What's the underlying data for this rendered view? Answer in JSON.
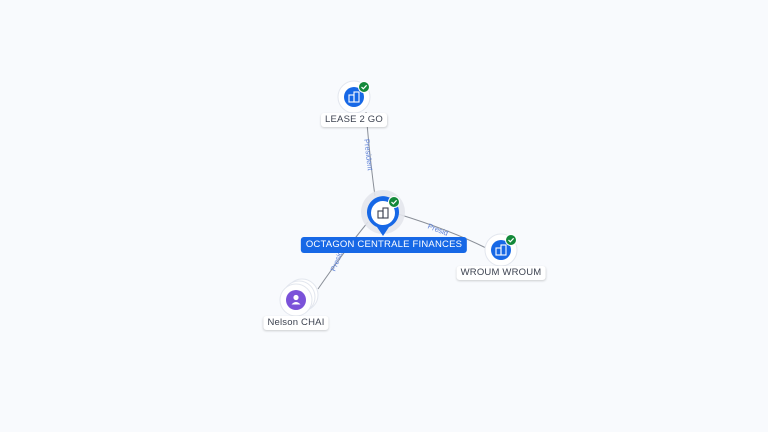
{
  "graph": {
    "center": {
      "label": "OCTAGON CENTRALE FINANCES",
      "icon": "company-icon",
      "verified": true
    },
    "nodes": [
      {
        "id": "lease2go",
        "label": "LEASE 2 GO",
        "type": "company",
        "icon": "company-icon",
        "verified": true
      },
      {
        "id": "wroum",
        "label": "WROUM WROUM",
        "type": "company",
        "icon": "company-icon",
        "verified": true
      },
      {
        "id": "nelson",
        "label": "Nelson CHAI",
        "type": "person",
        "icon": "person-icon",
        "verified": false
      }
    ],
    "edges": [
      {
        "from": "center",
        "to": "lease2go",
        "label": "President"
      },
      {
        "from": "center",
        "to": "wroum",
        "label": "Presid"
      },
      {
        "from": "nelson",
        "to": "center",
        "label": "Presid"
      }
    ]
  },
  "colors": {
    "brand_blue": "#1768e6",
    "verified_green": "#13893a",
    "person_purple": "#7b52d9",
    "edge_gray": "#8a8f98",
    "edge_label_blue": "#5b7fd6"
  }
}
